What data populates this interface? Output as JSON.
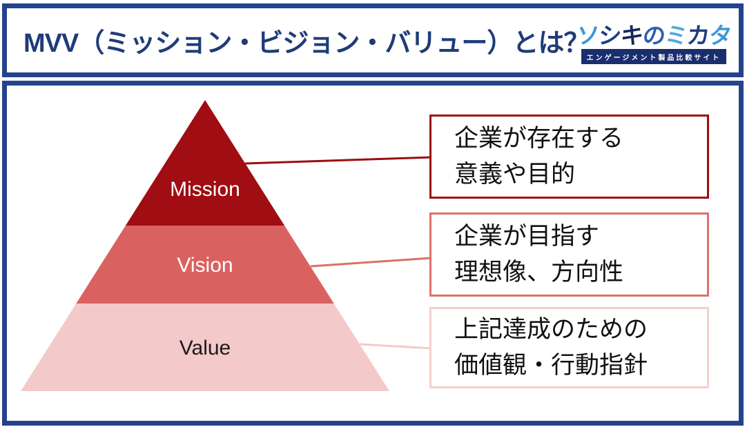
{
  "header": {
    "title": "MVV（ミッション・ビジョン・バリュー）とは？",
    "title_color": "#1F3C78",
    "border_color": "#24438A"
  },
  "logo": {
    "text": "ソシキのミカタ",
    "chars": [
      {
        "ch": "ソ",
        "color": "#3E97D3"
      },
      {
        "ch": "シ",
        "color": "#1F3C82"
      },
      {
        "ch": "キ",
        "color": "#16265C"
      },
      {
        "ch": "の",
        "color": "#2E5FB0"
      },
      {
        "ch": "ミ",
        "color": "#57A8DC"
      },
      {
        "ch": "カ",
        "color": "#1F3C82"
      },
      {
        "ch": "タ",
        "color": "#3E97D3"
      }
    ],
    "tagline": "エンゲージメント製品比較サイト",
    "tagline_bg": "#1A2E6E",
    "tagline_color": "#FFFFFF"
  },
  "pyramid": {
    "levels": [
      {
        "label": "Mission",
        "fill": "#A00D12",
        "label_color": "#FFFFFF"
      },
      {
        "label": "Vision",
        "fill": "#D96260",
        "label_color": "#FFFFFF"
      },
      {
        "label": "Value",
        "fill": "#F4C9C9",
        "label_color": "#1A1A1A"
      }
    ]
  },
  "connectors": [
    {
      "color": "#9E0B0F"
    },
    {
      "color": "#DD6E6A"
    },
    {
      "color": "#F2CBC9"
    }
  ],
  "callouts": [
    {
      "lines": [
        "企業が存在する",
        "意義や目的"
      ],
      "border_color": "#9E0B0F"
    },
    {
      "lines": [
        "企業が目指す",
        "理想像、方向性"
      ],
      "border_color": "#E0706C"
    },
    {
      "lines": [
        "上記達成のための",
        "価値観・行動指針"
      ],
      "border_color": "#F5CFCD"
    }
  ]
}
